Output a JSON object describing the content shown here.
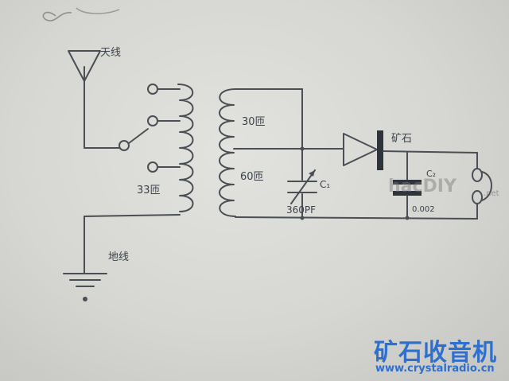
{
  "labels": {
    "antenna": "天线",
    "tap_33": "33匝",
    "tap_30": "30匝",
    "tap_60": "60匝",
    "cap_c1": "C₁",
    "cap_c1_value": "360PF",
    "detector": "矿石",
    "cap_c2": "C₂",
    "cap_c2_value": "0.002",
    "ground": "地线"
  },
  "watermarks": {
    "site_logo": "hacDIY",
    "site_logo_suffix": ".net",
    "title": "矿石收音机",
    "url": "www.crystalradio.cn"
  },
  "colors": {
    "ink": "#4a4f55",
    "watermark_blue": "#2f6fd0",
    "paper": "#dcdcd8"
  }
}
